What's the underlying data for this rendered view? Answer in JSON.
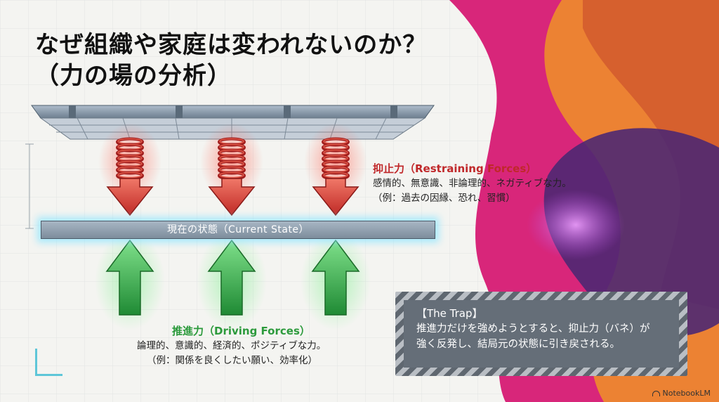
{
  "title": {
    "line1": "なぜ組織や家庭は変われないのか？",
    "line2": "（力の場の分析）"
  },
  "current_state": {
    "label": "現在の状態（Current State）"
  },
  "restraining": {
    "heading": "抑止力（Restraining Forces）",
    "line1": "感情的、無意識、非論理的、ネガティブな力。",
    "line2": "（例：過去の因縁、恐れ、習慣）",
    "count": 3,
    "color": "#c8302c"
  },
  "driving": {
    "heading": "推進力（Driving Forces）",
    "line1": "論理的、意識的、経済的、ポジティブな力。",
    "line2": "（例：関係を良くしたい願い、効率化）",
    "count": 3,
    "color": "#3cae4c"
  },
  "trap": {
    "heading": "【The Trap】",
    "line1": "推進力だけを強めようとすると、抑止力（バネ）が",
    "line2": "強く反発し、結局元の状態に引き戻される。"
  },
  "branding": {
    "label": "NotebookLM"
  },
  "colors": {
    "accent_cyan": "#5ec6d8",
    "blob_magenta": "#d8267a",
    "blob_orange": "#f08a2a",
    "blob_purple": "#5a2a78"
  }
}
